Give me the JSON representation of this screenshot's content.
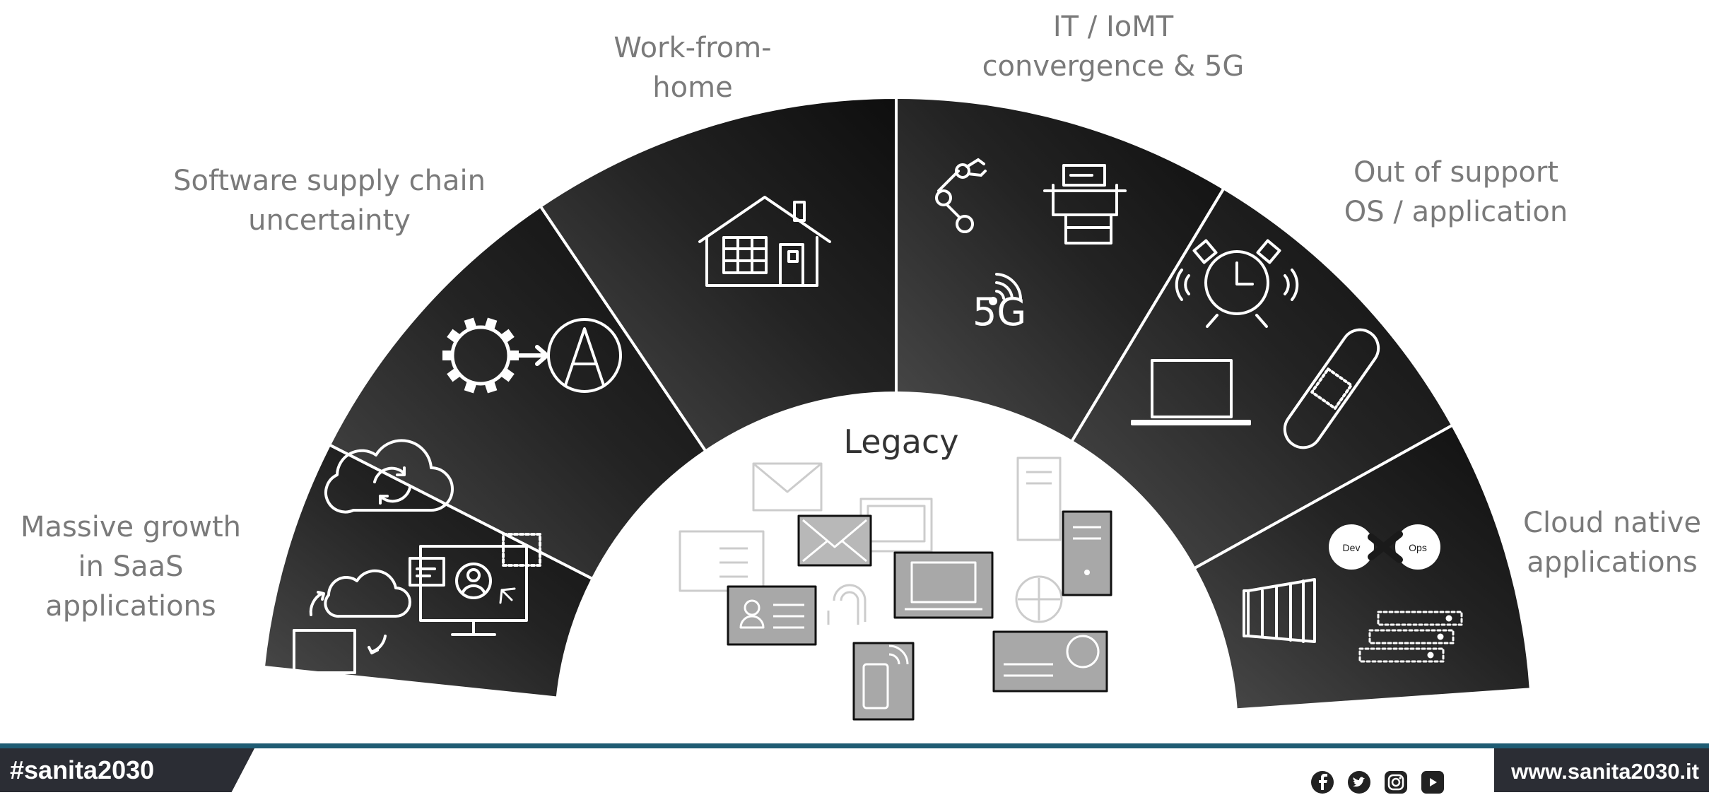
{
  "diagram": {
    "center_title": "Legacy",
    "segments": [
      {
        "label_lines": [
          "Massive growth",
          "in SaaS",
          "applications"
        ],
        "icons": [
          "cloud-sync-icon",
          "cloud-transfer-icon",
          "web-app-icon"
        ]
      },
      {
        "label_lines": [
          "Software supply chain",
          "uncertainty"
        ],
        "icons": [
          "gear-icon",
          "app-store-icon"
        ]
      },
      {
        "label_lines": [
          "Work-from-",
          "home"
        ],
        "icons": [
          "house-icon"
        ]
      },
      {
        "label_lines": [
          "IT / IoMT",
          "convergence & 5G"
        ],
        "icons": [
          "robot-arm-icon",
          "medical-device-icon",
          "5g-icon"
        ]
      },
      {
        "label_lines": [
          "Out of support",
          "OS / application"
        ],
        "icons": [
          "alarm-clock-icon",
          "laptop-icon",
          "bandage-icon"
        ]
      },
      {
        "label_lines": [
          "Cloud native",
          "applications"
        ],
        "icons": [
          "devops-icon",
          "container-icon",
          "server-rack-icon"
        ]
      }
    ],
    "devops_text": [
      "Dev",
      "Ops"
    ],
    "fivegee_text": "5G"
  },
  "footer": {
    "hashtag": "#sanita2030",
    "website": "www.sanita2030.it",
    "social_icons": [
      "facebook-icon",
      "twitter-icon",
      "instagram-icon",
      "youtube-icon"
    ]
  }
}
